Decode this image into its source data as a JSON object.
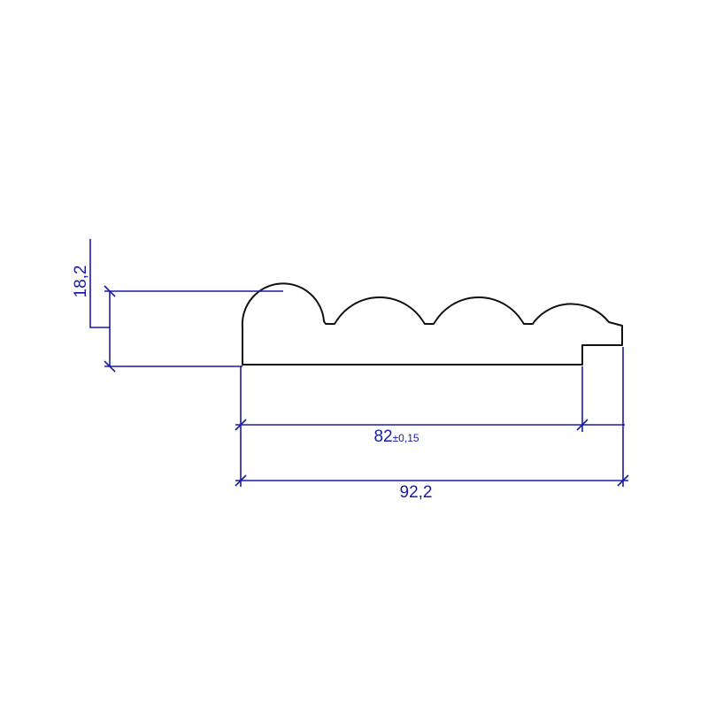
{
  "drawing": {
    "colors": {
      "profile": "#111111",
      "dimension": "#1a1aa8",
      "background": "#ffffff"
    },
    "dimensions": {
      "height": "18,2",
      "inner_width": "82",
      "inner_width_tolerance": "±0,15",
      "overall_width": "92,2"
    }
  }
}
